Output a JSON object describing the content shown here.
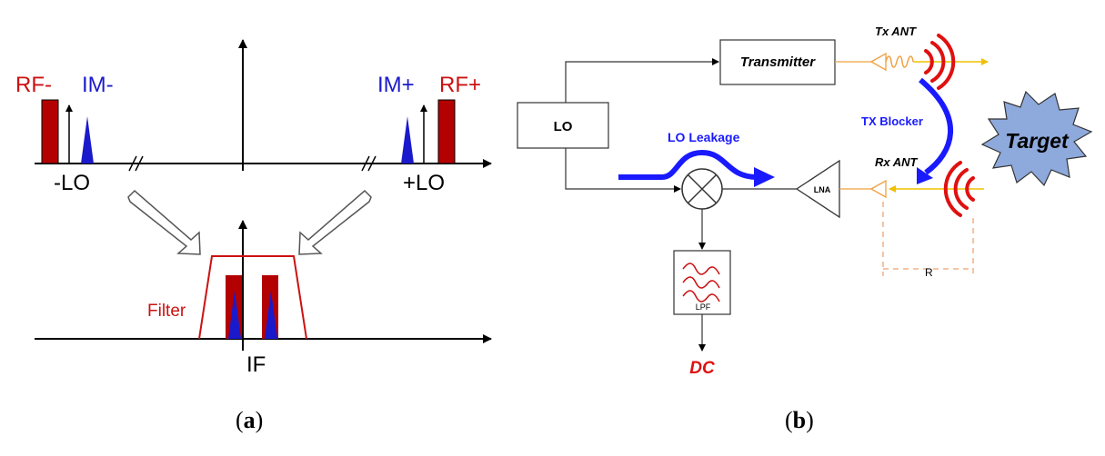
{
  "panel_a": {
    "caption": {
      "open": "(",
      "letter": "a",
      "close": ")"
    },
    "labels": {
      "rf_minus": "RF-",
      "im_minus": "IM-",
      "im_plus": "IM+",
      "rf_plus": "RF+",
      "lo_minus": "-LO",
      "lo_plus": "+LO",
      "filter": "Filter",
      "if": "IF"
    }
  },
  "panel_b": {
    "caption": {
      "open": "(",
      "letter": "b",
      "close": ")"
    },
    "labels": {
      "transmitter": "Transmitter",
      "lo": "LO",
      "tx_ant": "Tx ANT",
      "rx_ant": "Rx ANT",
      "lo_leakage": "LO Leakage",
      "tx_blocker": "TX Blocker",
      "target": "Target",
      "lna": "LNA",
      "lpf": "LPF",
      "dc": "DC",
      "range": "R"
    }
  },
  "colors": {
    "rf_red": "#b30000",
    "im_blue": "#1a1acc",
    "label_red": "#cc1111",
    "arrow_blue": "#1a1aff",
    "target_fill": "#8ea9db",
    "antenna_orange": "#f0a040",
    "signal_yellow": "#f0c000",
    "dashed_orange": "#f4b183"
  }
}
